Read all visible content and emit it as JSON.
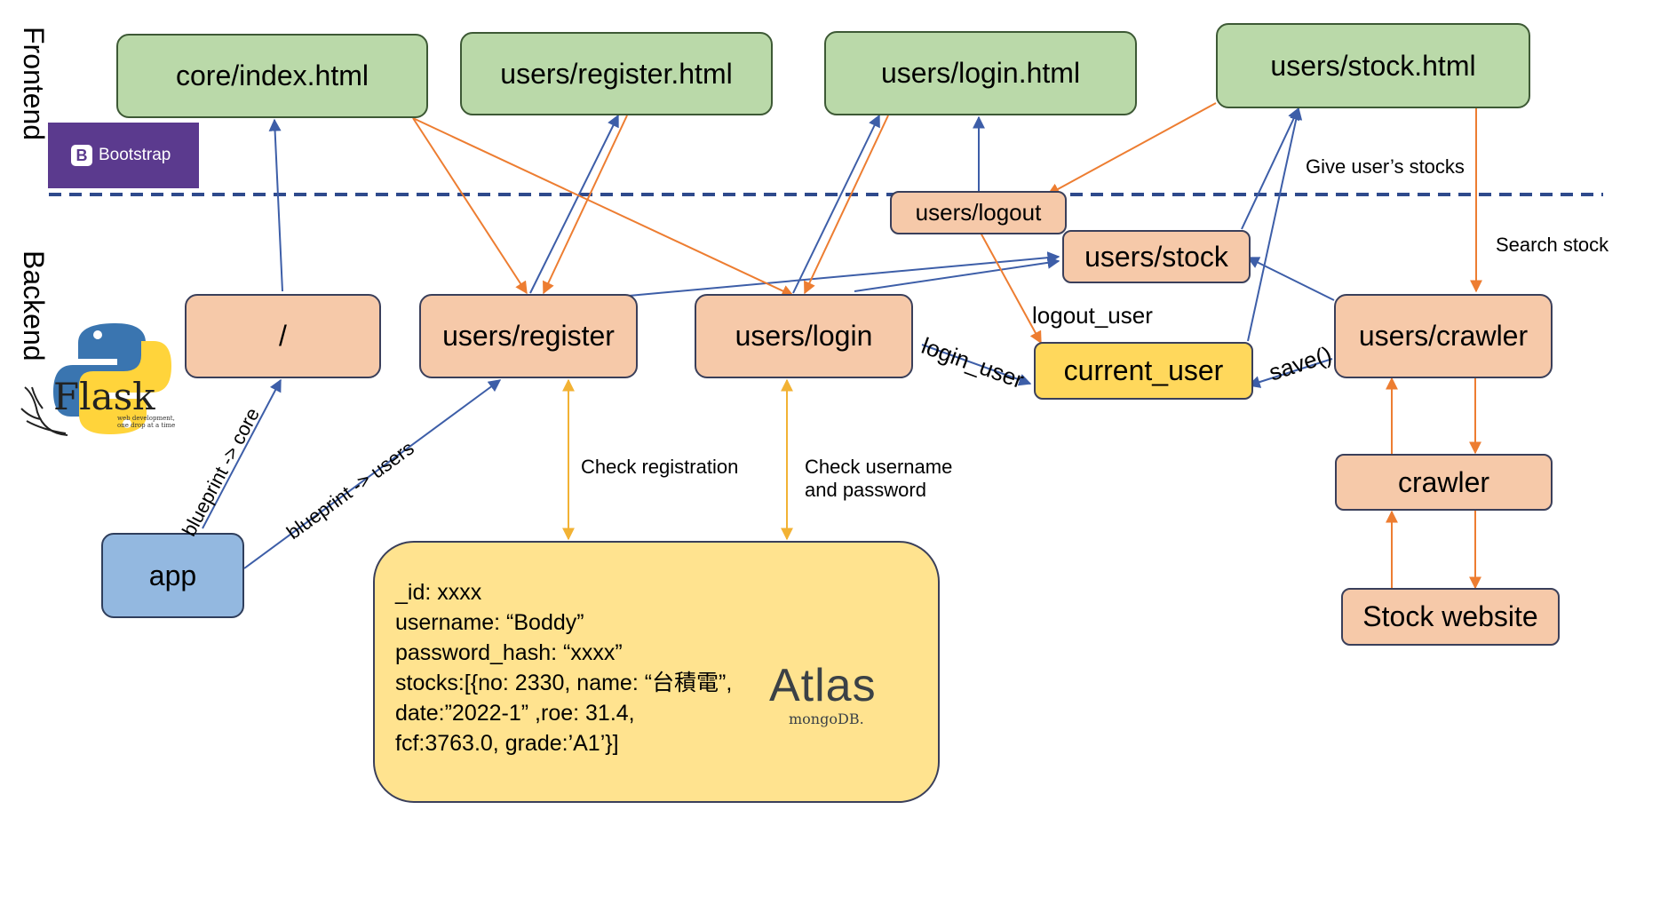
{
  "sections": {
    "frontend": "Frontend",
    "backend": "Backend"
  },
  "logos": {
    "bootstrap": {
      "mark": "B",
      "text": "Bootstrap",
      "color": "#5b3a8e"
    },
    "python_icon": "python-logo-icon",
    "flask": {
      "word": "Flask",
      "tagline_line1": "web development,",
      "tagline_line2": "one drop at a time"
    },
    "atlas": {
      "word": "Atlas",
      "sub": "mongoDB.",
      "icon": "mongodb-leaf-icon"
    }
  },
  "nodes": {
    "core_index": "core/index.html",
    "users_register_html": "users/register.html",
    "users_login_html": "users/login.html",
    "users_stock_html": "users/stock.html",
    "users_logout": "users/logout",
    "users_stock": "users/stock",
    "root": "/",
    "users_register": "users/register",
    "users_login": "users/login",
    "current_user": "current_user",
    "users_crawler": "users/crawler",
    "crawler": "crawler",
    "stock_website": "Stock website",
    "app": "app"
  },
  "edge_labels": {
    "give_stocks": "Give user’s stocks",
    "search_stock": "Search stock",
    "logout_user": "logout_user",
    "login_user": "login_user",
    "save": "save()",
    "blueprint_core": "blueprint -> core",
    "blueprint_users": "blueprint -> users",
    "check_registration": "Check registration",
    "check_credentials_line1": "Check username",
    "check_credentials_line2": "and password"
  },
  "database_record": [
    "_id: xxxx",
    "username: “Boddy”",
    "password_hash: “xxxx”",
    "stocks:[{no: 2330, name: “台積電”,",
    "date:”2022-1” ,roe: 31.4,",
    "fcf:3763.0, grade:’A1’}]"
  ],
  "colors": {
    "frontend_fill": "#bad9a9",
    "backend_fill": "#f6c9a9",
    "app_fill": "#93b8e0",
    "current_user_fill": "#ffd85c",
    "database_fill": "#ffe38f",
    "blue_edge": "#3d5ea8",
    "orange_edge": "#ed7d31",
    "db_edge": "#f2b234",
    "divider": "#2e4a8c"
  }
}
